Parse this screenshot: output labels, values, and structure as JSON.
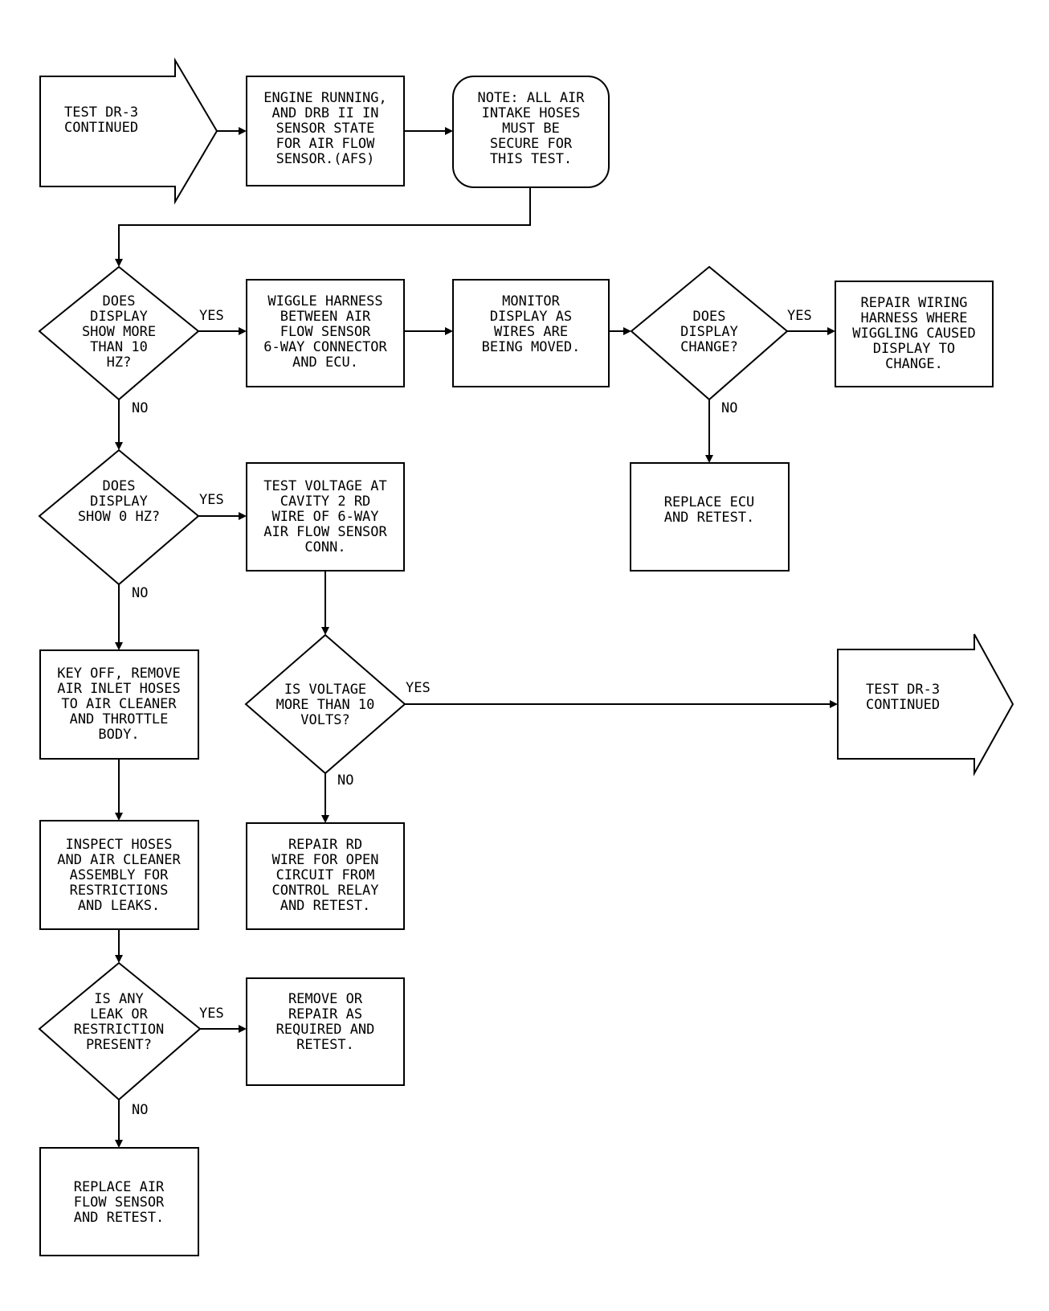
{
  "flowchart": {
    "start_arrow": [
      "TEST DR-3",
      "CONTINUED"
    ],
    "step_engine": [
      "ENGINE RUNNING,",
      "AND DRB II IN",
      "SENSOR STATE",
      "FOR AIR FLOW",
      "SENSOR.(AFS)"
    ],
    "note": [
      "NOTE: ALL AIR",
      "INTAKE HOSES",
      "MUST BE",
      "SECURE FOR",
      "THIS TEST."
    ],
    "decision_10hz": [
      "DOES",
      "DISPLAY",
      "SHOW MORE",
      "THAN 10",
      "HZ?"
    ],
    "step_wiggle": [
      "WIGGLE HARNESS",
      "BETWEEN AIR",
      "FLOW SENSOR",
      "6-WAY CONNECTOR",
      "AND ECU."
    ],
    "step_monitor": [
      "MONITOR",
      "DISPLAY AS",
      "WIRES ARE",
      "BEING MOVED."
    ],
    "decision_change": [
      "DOES",
      "DISPLAY",
      "CHANGE?"
    ],
    "step_repair_wiring": [
      "REPAIR WIRING",
      "HARNESS WHERE",
      "WIGGLING CAUSED",
      "DISPLAY TO",
      "CHANGE."
    ],
    "step_replace_ecu": [
      "REPLACE ECU",
      "AND RETEST."
    ],
    "decision_0hz": [
      "DOES",
      "DISPLAY",
      "SHOW 0 HZ?"
    ],
    "step_test_voltage": [
      "TEST VOLTAGE AT",
      "CAVITY 2 RD",
      "WIRE OF 6-WAY",
      "AIR FLOW SENSOR",
      "CONN."
    ],
    "decision_voltage": [
      "IS VOLTAGE",
      "MORE THAN 10",
      "VOLTS?"
    ],
    "end_arrow": [
      "TEST DR-3",
      "CONTINUED"
    ],
    "step_key_off": [
      "KEY OFF, REMOVE",
      "AIR INLET HOSES",
      "TO AIR CLEANER",
      "AND THROTTLE",
      "BODY."
    ],
    "step_repair_rd": [
      "REPAIR RD",
      "WIRE FOR OPEN",
      "CIRCUIT FROM",
      "CONTROL RELAY",
      "AND RETEST."
    ],
    "step_inspect": [
      "INSPECT HOSES",
      "AND AIR CLEANER",
      "ASSEMBLY FOR",
      "RESTRICTIONS",
      "AND LEAKS."
    ],
    "decision_leak": [
      "IS ANY",
      "LEAK OR",
      "RESTRICTION",
      "PRESENT?"
    ],
    "step_remove_repair": [
      "REMOVE OR",
      "REPAIR AS",
      "REQUIRED AND",
      "RETEST."
    ],
    "step_replace_afs": [
      "REPLACE AIR",
      "FLOW SENSOR",
      "AND RETEST."
    ],
    "labels": {
      "yes": "YES",
      "no": "NO"
    }
  }
}
